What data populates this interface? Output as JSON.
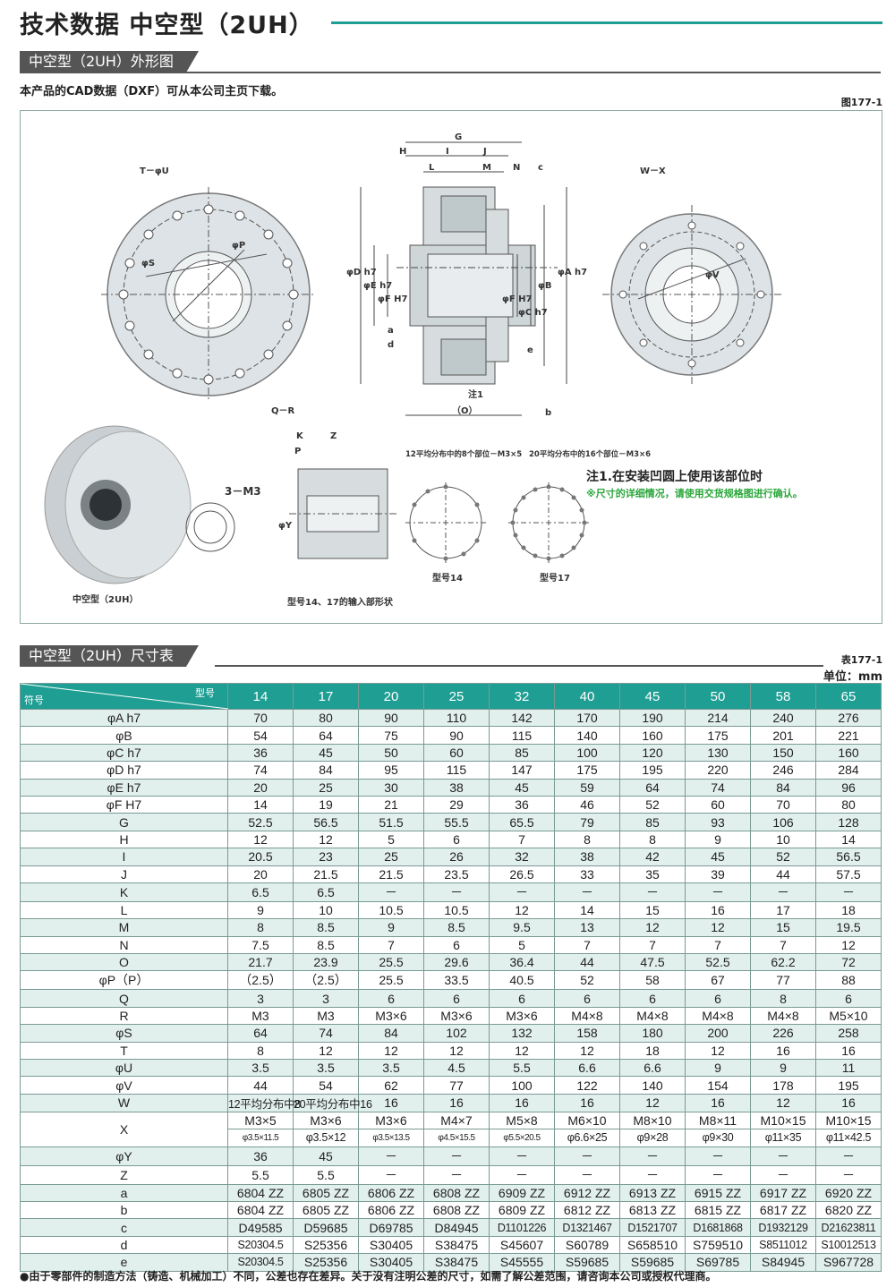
{
  "page": {
    "title": "技术数据 中空型（2UH）",
    "section1": "中空型（2UH）外形图",
    "cad_note": "本产品的CAD数据（DXF）可从本公司主页下载。",
    "fig_no": "图177-1",
    "section2": "中空型（2UH）尺寸表",
    "table_no": "表177-1",
    "unit": "单位：mm",
    "footnote": "●由于零部件的制造方法（铸造、机械加工）不同，公差也存在差异。关于没有注明公差的尺寸，如需了解公差范围，请咨询本公司或授权代理商。"
  },
  "drawing": {
    "labels": {
      "t_u": "T－φU",
      "s": "φS",
      "p": "φP",
      "q_r": "Q－R",
      "g": "G",
      "h": "H",
      "i": "I",
      "j": "J",
      "l": "L",
      "m": "M",
      "n": "N",
      "c": "c",
      "d": "φD h7",
      "e": "φE h7",
      "f_left": "φF H7",
      "f_right": "φF H7",
      "c_h7": "φC h7",
      "b": "φB",
      "a": "φA h7",
      "a_small": "a",
      "d_small": "d",
      "e_small": "e",
      "b_small": "b",
      "note1_mark": "注1",
      "o": "（O）",
      "w_x": "W－X",
      "v": "φV",
      "k": "K",
      "z": "Z",
      "p_small": "P",
      "y": "φY",
      "m3": "3－M3",
      "pattern14": "12平均分布中的8个部位－M3×5",
      "pattern17": "20平均分布中的16个部位－M3×6",
      "model14": "型号14",
      "model17": "型号17",
      "photo_caption": "中空型（2UH）",
      "input_caption": "型号14、17的输入部形状"
    },
    "note1": "注1.在安装凹圆上使用该部位时",
    "note2": "※尺寸的详细情况，请使用交货规格图进行确认。"
  },
  "table": {
    "corner_model": "型号",
    "corner_symbol": "符号",
    "models": [
      "14",
      "17",
      "20",
      "25",
      "32",
      "40",
      "45",
      "50",
      "58",
      "65"
    ],
    "rows": [
      {
        "sym": "φA h7",
        "v": [
          "70",
          "80",
          "90",
          "110",
          "142",
          "170",
          "190",
          "214",
          "240",
          "276"
        ]
      },
      {
        "sym": "φB",
        "v": [
          "54",
          "64",
          "75",
          "90",
          "115",
          "140",
          "160",
          "175",
          "201",
          "221"
        ]
      },
      {
        "sym": "φC h7",
        "v": [
          "36",
          "45",
          "50",
          "60",
          "85",
          "100",
          "120",
          "130",
          "150",
          "160"
        ]
      },
      {
        "sym": "φD h7",
        "v": [
          "74",
          "84",
          "95",
          "115",
          "147",
          "175",
          "195",
          "220",
          "246",
          "284"
        ]
      },
      {
        "sym": "φE h7",
        "v": [
          "20",
          "25",
          "30",
          "38",
          "45",
          "59",
          "64",
          "74",
          "84",
          "96"
        ]
      },
      {
        "sym": "φF H7",
        "v": [
          "14",
          "19",
          "21",
          "29",
          "36",
          "46",
          "52",
          "60",
          "70",
          "80"
        ]
      },
      {
        "sym": "G",
        "v": [
          "52.5",
          "56.5",
          "51.5",
          "55.5",
          "65.5",
          "79",
          "85",
          "93",
          "106",
          "128"
        ]
      },
      {
        "sym": "H",
        "v": [
          "12",
          "12",
          "5",
          "6",
          "7",
          "8",
          "8",
          "9",
          "10",
          "14"
        ]
      },
      {
        "sym": "I",
        "v": [
          "20.5",
          "23",
          "25",
          "26",
          "32",
          "38",
          "42",
          "45",
          "52",
          "56.5"
        ]
      },
      {
        "sym": "J",
        "v": [
          "20",
          "21.5",
          "21.5",
          "23.5",
          "26.5",
          "33",
          "35",
          "39",
          "44",
          "57.5"
        ]
      },
      {
        "sym": "K",
        "v": [
          "6.5",
          "6.5",
          "－",
          "－",
          "－",
          "－",
          "－",
          "－",
          "－",
          "－"
        ]
      },
      {
        "sym": "L",
        "v": [
          "9",
          "10",
          "10.5",
          "10.5",
          "12",
          "14",
          "15",
          "16",
          "17",
          "18"
        ]
      },
      {
        "sym": "M",
        "v": [
          "8",
          "8.5",
          "9",
          "8.5",
          "9.5",
          "13",
          "12",
          "12",
          "15",
          "19.5"
        ]
      },
      {
        "sym": "N",
        "v": [
          "7.5",
          "8.5",
          "7",
          "6",
          "5",
          "7",
          "7",
          "7",
          "7",
          "12"
        ]
      },
      {
        "sym": "O",
        "v": [
          "21.7",
          "23.9",
          "25.5",
          "29.6",
          "36.4",
          "44",
          "47.5",
          "52.5",
          "62.2",
          "72"
        ]
      },
      {
        "sym": "φP（P）",
        "v": [
          "（2.5）",
          "（2.5）",
          "25.5",
          "33.5",
          "40.5",
          "52",
          "58",
          "67",
          "77",
          "88"
        ]
      },
      {
        "sym": "Q",
        "v": [
          "3",
          "3",
          "6",
          "6",
          "6",
          "6",
          "6",
          "6",
          "8",
          "6"
        ]
      },
      {
        "sym": "R",
        "v": [
          "M3",
          "M3",
          "M3×6",
          "M3×6",
          "M3×6",
          "M4×8",
          "M4×8",
          "M4×8",
          "M4×8",
          "M5×10"
        ]
      },
      {
        "sym": "φS",
        "v": [
          "64",
          "74",
          "84",
          "102",
          "132",
          "158",
          "180",
          "200",
          "226",
          "258"
        ]
      },
      {
        "sym": "T",
        "v": [
          "8",
          "12",
          "12",
          "12",
          "12",
          "12",
          "18",
          "12",
          "16",
          "16"
        ]
      },
      {
        "sym": "φU",
        "v": [
          "3.5",
          "3.5",
          "3.5",
          "4.5",
          "5.5",
          "6.6",
          "6.6",
          "9",
          "9",
          "11"
        ]
      },
      {
        "sym": "φV",
        "v": [
          "44",
          "54",
          "62",
          "77",
          "100",
          "122",
          "140",
          "154",
          "178",
          "195"
        ]
      },
      {
        "sym": "W",
        "v": [
          "12平均分布中8",
          "20平均分布中16",
          "16",
          "16",
          "16",
          "16",
          "12",
          "16",
          "12",
          "16"
        ]
      },
      {
        "sym": "X",
        "v": [
          "M3×5",
          "M3×6",
          "M3×6",
          "M4×7",
          "M5×8",
          "M6×10",
          "M8×10",
          "M8×11",
          "M10×15",
          "M10×15"
        ],
        "v2": [
          "φ3.5×11.5",
          "φ3.5×12",
          "φ3.5×13.5",
          "φ4.5×15.5",
          "φ5.5×20.5",
          "φ6.6×25",
          "φ9×28",
          "φ9×30",
          "φ11×35",
          "φ11×42.5"
        ]
      },
      {
        "sym": "φY",
        "v": [
          "36",
          "45",
          "－",
          "－",
          "－",
          "－",
          "－",
          "－",
          "－",
          "－"
        ]
      },
      {
        "sym": "Z",
        "v": [
          "5.5",
          "5.5",
          "－",
          "－",
          "－",
          "－",
          "－",
          "－",
          "－",
          "－"
        ]
      },
      {
        "sym": "a",
        "v": [
          "6804 ZZ",
          "6805 ZZ",
          "6806 ZZ",
          "6808 ZZ",
          "6909 ZZ",
          "6912 ZZ",
          "6913 ZZ",
          "6915 ZZ",
          "6917 ZZ",
          "6920 ZZ"
        ]
      },
      {
        "sym": "b",
        "v": [
          "6804 ZZ",
          "6805 ZZ",
          "6806 ZZ",
          "6808 ZZ",
          "6809 ZZ",
          "6812 ZZ",
          "6813 ZZ",
          "6815 ZZ",
          "6817 ZZ",
          "6820 ZZ"
        ]
      },
      {
        "sym": "c",
        "v": [
          "D49585",
          "D59685",
          "D69785",
          "D84945",
          "D1101226",
          "D1321467",
          "D1521707",
          "D1681868",
          "D1932129",
          "D21623811"
        ]
      },
      {
        "sym": "d",
        "v": [
          "S20304.5",
          "S25356",
          "S30405",
          "S38475",
          "S45607",
          "S60789",
          "S658510",
          "S759510",
          "S8511012",
          "S10012513"
        ]
      },
      {
        "sym": "e",
        "v": [
          "S20304.5",
          "S25356",
          "S30405",
          "S38475",
          "S45555",
          "S59685",
          "S59685",
          "S69785",
          "S84945",
          "S967728"
        ]
      }
    ]
  },
  "colors": {
    "accent": "#1f9e93",
    "band": "#e2f0ed",
    "tab": "#555555",
    "green_note": "#2aa63a"
  }
}
